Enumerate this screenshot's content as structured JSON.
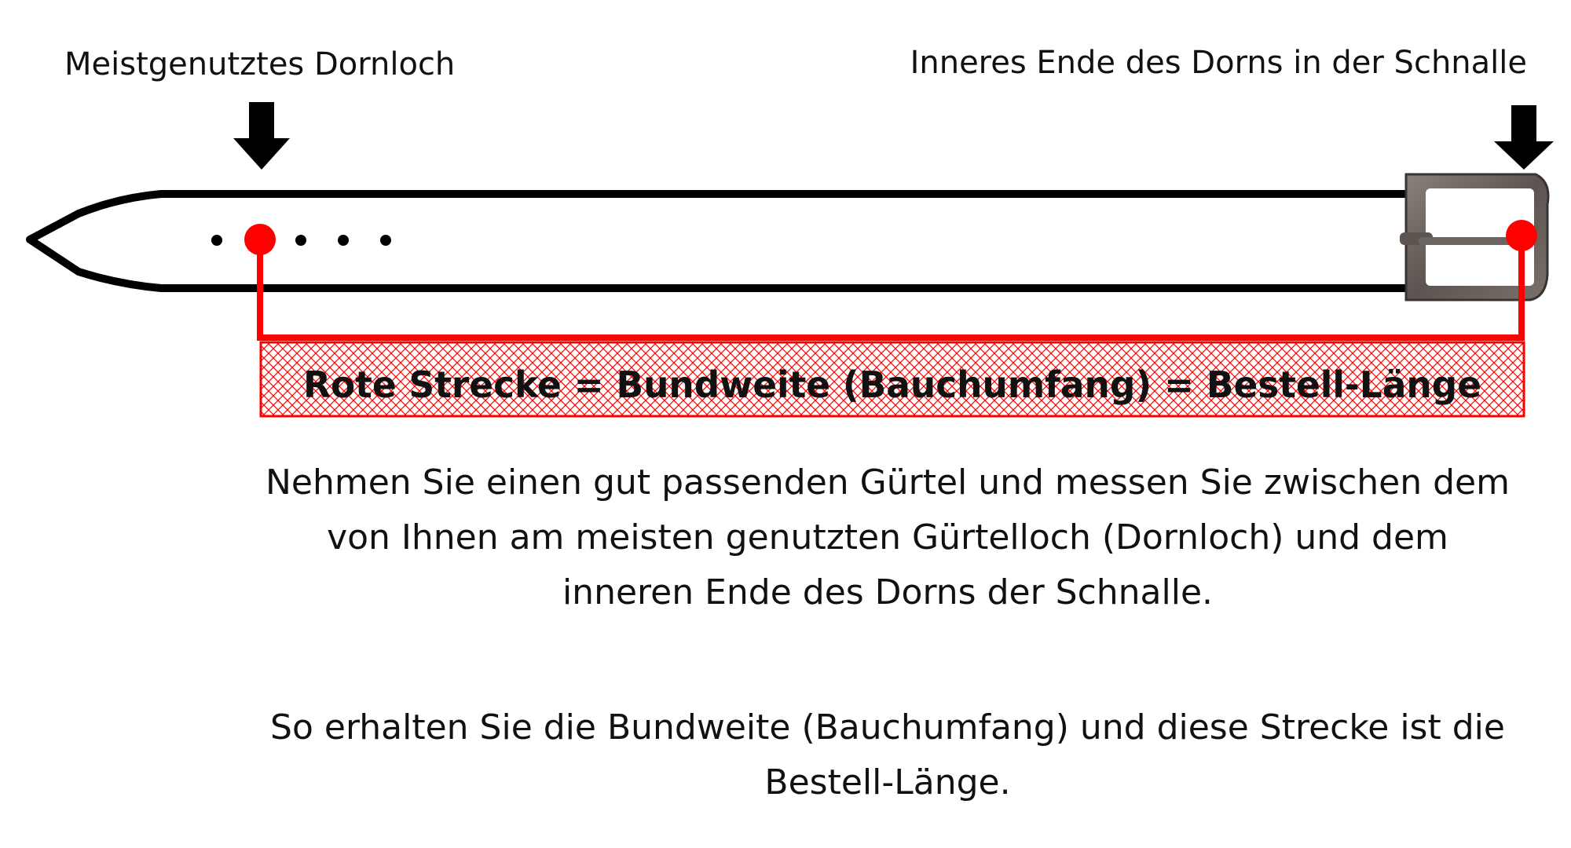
{
  "labels": {
    "hole": "Meistgenutztes Dornloch",
    "prong_end": "Inneres Ende des Dorns in der Schnalle"
  },
  "banner": {
    "text": "Rote Strecke = Bundweite (Bauchumfang) = Bestell-Länge"
  },
  "instructions": {
    "measure": "Nehmen Sie einen gut passenden Gürtel und messen Sie zwischen dem von Ihnen am meisten genutzten Gürtelloch (Dornloch) und dem inneren Ende des Dorns der Schnalle.",
    "result": "So erhalten Sie die Bundweite (Bauchumfang) und diese Strecke ist die Bestell-Länge."
  },
  "colors": {
    "measure_red": "#ff0000",
    "belt_outline": "#000000",
    "buckle": "#6b6460"
  }
}
